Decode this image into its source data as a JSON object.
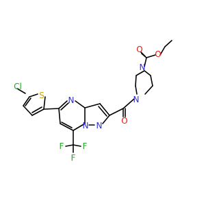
{
  "molecule": {
    "atoms": {
      "cl": "Cl",
      "s": "S",
      "n_pyrimidine": "N",
      "n_bridge": "N",
      "n_pyrazole": "N",
      "n_piperazine_1": "N",
      "n_piperazine_2": "N",
      "o_amide": "O",
      "o_carbonyl": "O",
      "o_ester": "O",
      "f1": "F",
      "f2": "F",
      "f3": "F"
    },
    "colors": {
      "carbon_bond": "#000000",
      "nitrogen": "#2d2dd8",
      "oxygen": "#e8190e",
      "sulfur": "#c6a800",
      "chlorine": "#1ea81e",
      "fluorine": "#2aa52a"
    }
  }
}
